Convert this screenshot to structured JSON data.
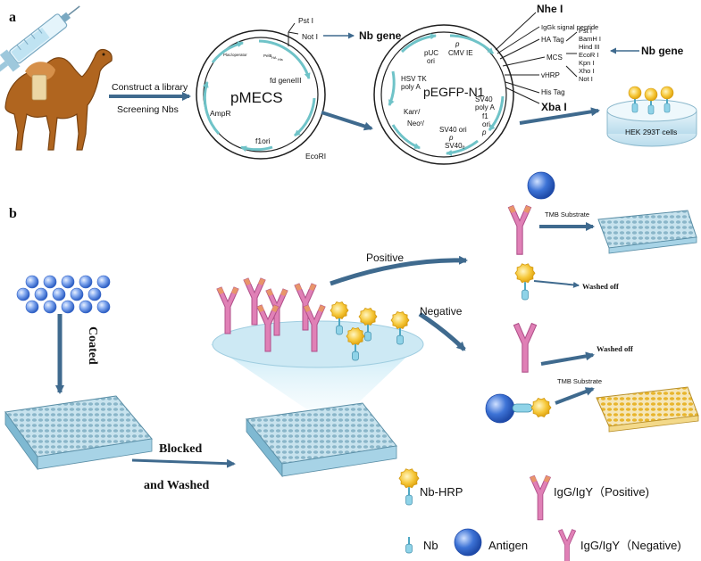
{
  "panel_a": {
    "label": "a",
    "arrow_top_text": "Construct a library",
    "arrow_bottom_text": "Screening Nbs",
    "pmecs": {
      "name": "pMECS",
      "pst": "Pst I",
      "not": "Not I",
      "nb_gene": "Nb gene",
      "plac": "Plac/operator",
      "pelb": "PelB",
      "ha": "HA",
      "his": "His",
      "fd": "fd geneIII",
      "ampr": "AmpR",
      "f1ori": "f1ori",
      "ecori": "EcoRI"
    },
    "pegfp": {
      "name": "pEGFP-N1",
      "nhe": "Nhe I",
      "igk": "IgGk signal peptide",
      "hatag": "HA Tag",
      "mcs": "MCS",
      "vhrp": "vHRP",
      "histag": "His Tag",
      "xba": "Xba I",
      "sites": [
        "Pst I",
        "BamH I",
        "Hind III",
        "EcoR I",
        "Kpn I",
        "Xho I",
        "Not I"
      ],
      "nb_gene": "Nb gene",
      "cmv_p": "p",
      "cmv": "CMV IE",
      "puc1": "pUC",
      "puc2": "ori",
      "hsv1": "HSV TK",
      "hsv2": "poly A",
      "sv40a1": "SV40",
      "sv40a2": "poly A",
      "f1a": "f1",
      "f1b": "ori",
      "f1c": "p",
      "kan": "Kanʳ/",
      "neo": "Neoʳ/",
      "sv40o1": "SV40 ori",
      "sv40o2": "p",
      "sv40e": "SV40ₑ"
    },
    "cells": "HEK 293T cells"
  },
  "panel_b": {
    "label": "b",
    "coated": "Coated",
    "blocked": "Blocked",
    "washed": "and Washed",
    "positive": "Positive",
    "negative": "Negative",
    "tmb1": "TMB Substrate",
    "tmb2": "TMB Substrate",
    "washed_off_1": "Washed off",
    "washed_off_2": "Washed off"
  },
  "legend": {
    "nbhrp": "Nb-HRP",
    "igg_pos": "IgG/IgY（Positive)",
    "nb": "Nb",
    "antigen": "Antigen",
    "igg_neg": "IgG/IgY（Negative)"
  },
  "colors": {
    "arrow": "#3f6a8e",
    "plasmid": "#6fc3c8",
    "antibody": "#e080b6",
    "antibody_pos_tip": "#e8956a",
    "antigen": "#3d73d6",
    "hrp": "#f6c83a",
    "nb": "#8fd3e8",
    "camel": "#b0651f"
  }
}
